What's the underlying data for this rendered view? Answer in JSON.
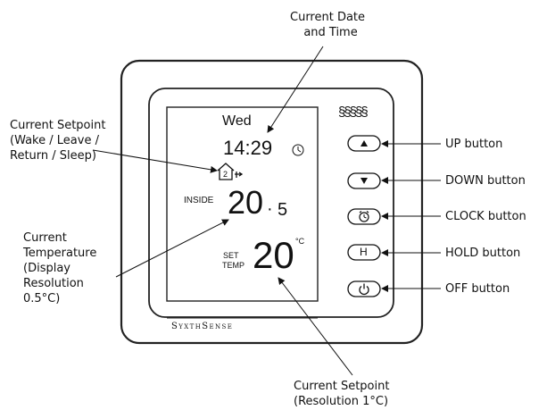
{
  "display": {
    "day": "Wed",
    "time": "14:29",
    "setpoint_period_number": "2",
    "inside_label": "INSIDE",
    "inside_temp_whole": "20",
    "inside_temp_sep": "·",
    "inside_temp_tenths": "5",
    "set_label_line1": "SET",
    "set_label_line2": "TEMP",
    "set_temp": "20",
    "set_temp_unit": "°C",
    "heat_indicator": "§§§§§"
  },
  "brand": "SyxthSense",
  "buttons": {
    "hold_label": "H"
  },
  "annotations": {
    "current_date_time": [
      "Current Date",
      "and Time"
    ],
    "current_setpoint_mode": [
      "Current Setpoint",
      "(Wake / Leave /",
      "Return / Sleep)"
    ],
    "current_temperature": [
      "Current",
      "Temperature",
      "(Display",
      "Resolution",
      "0.5°C)"
    ],
    "current_setpoint_res": [
      "Current Setpoint",
      "(Resolution 1°C)"
    ],
    "up_button": "UP button",
    "down_button": "DOWN button",
    "clock_button": "CLOCK button",
    "hold_button": "HOLD button",
    "off_button": "OFF button"
  },
  "colors": {
    "ink": "#111111",
    "background": "#ffffff"
  }
}
